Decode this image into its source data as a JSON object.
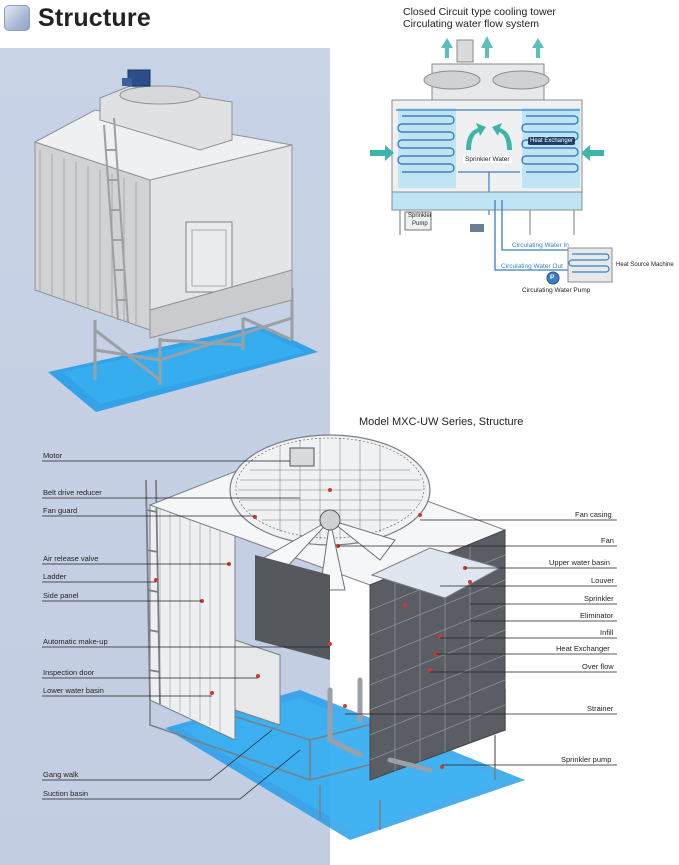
{
  "header": {
    "title": "Structure"
  },
  "flow_diagram": {
    "title_line1": "Closed Circuit type cooling tower",
    "title_line2": "Circulating water flow system",
    "labels": {
      "sprinkler_water": "Sprinkler Water",
      "heat_exchanger": "Heat Exchanger",
      "sprinkler_pump_1": "Sprinkler",
      "sprinkler_pump_2": "Pump",
      "circulating_water_in": "Circulating Water In",
      "circulating_water_out": "Circulating Water Out",
      "pump_symbol": "P",
      "circulating_water_pump": "Circulating Water Pump",
      "heat_source_machine": "Heat Source Machine"
    }
  },
  "structure": {
    "title": "Model MXC-UW Series, Structure",
    "left_labels": [
      "Motor",
      "Belt drive reducer",
      "Fan guard",
      "Air release valve",
      "Ladder",
      "Side panel",
      "Automatic make-up",
      "Inspection door",
      "Lower water basin",
      "Gang walk",
      "Suction basin"
    ],
    "right_labels": [
      "Fan casing",
      "Fan",
      "Upper water basin",
      "Louver",
      "Sprinkler",
      "Eliminator",
      "Infill",
      "Heat Exchanger",
      "Over flow",
      "Strainer",
      "Sprinkler pump"
    ]
  },
  "colors": {
    "panel": "#c6d0e4",
    "flow_blue": "#3a7fc4",
    "accent_cyan": "#2db5e0",
    "arrow_green": "#3fb5a8",
    "base_blue": "#2a9ee8"
  }
}
